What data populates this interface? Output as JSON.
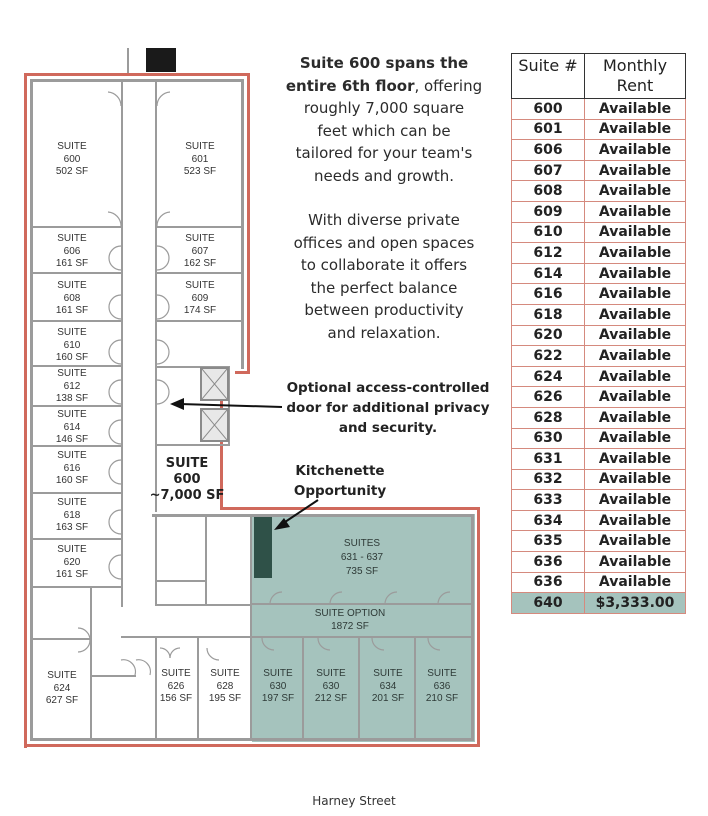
{
  "description": {
    "paragraph1_bold_a": "Suite 600 spans the",
    "paragraph1_bold_b": "entire 6th floor",
    "paragraph1_rest_a": ", offering",
    "paragraph1_line3": "roughly 7,000 square",
    "paragraph1_line4": "feet which can be",
    "paragraph1_line5": "tailored for your team's",
    "paragraph1_line6": "needs and growth.",
    "paragraph2_lines": [
      "With diverse private",
      "offices and open spaces",
      "to collaborate it offers",
      "the perfect balance",
      "between productivity",
      "and relaxation."
    ]
  },
  "callouts": {
    "access_door": [
      "Optional access-controlled",
      "door for additional privacy",
      "and security."
    ],
    "kitchenette": [
      "Kitchenette",
      "Opportunity"
    ]
  },
  "floorplan": {
    "central_label": [
      "SUITE",
      "600",
      "~7,000 SF"
    ],
    "street_label": "Harney Street",
    "rooms": [
      {
        "id": "600",
        "lines": [
          "SUITE",
          "600",
          "502 SF"
        ]
      },
      {
        "id": "601",
        "lines": [
          "SUITE",
          "601",
          "523 SF"
        ]
      },
      {
        "id": "606",
        "lines": [
          "SUITE",
          "606",
          "161 SF"
        ]
      },
      {
        "id": "607",
        "lines": [
          "SUITE",
          "607",
          "162 SF"
        ]
      },
      {
        "id": "608",
        "lines": [
          "SUITE",
          "608",
          "161 SF"
        ]
      },
      {
        "id": "609",
        "lines": [
          "SUITE",
          "609",
          "174 SF"
        ]
      },
      {
        "id": "610",
        "lines": [
          "SUITE",
          "610",
          "160 SF"
        ]
      },
      {
        "id": "612",
        "lines": [
          "SUITE",
          "612",
          "138 SF"
        ]
      },
      {
        "id": "614",
        "lines": [
          "SUITE",
          "614",
          "146 SF"
        ]
      },
      {
        "id": "616",
        "lines": [
          "SUITE",
          "616",
          "160 SF"
        ]
      },
      {
        "id": "618",
        "lines": [
          "SUITE",
          "618",
          "163 SF"
        ]
      },
      {
        "id": "620",
        "lines": [
          "SUITE",
          "620",
          "161 SF"
        ]
      },
      {
        "id": "624",
        "lines": [
          "SUITE",
          "624",
          "627 SF"
        ]
      },
      {
        "id": "626",
        "lines": [
          "SUITE",
          "626",
          "156 SF"
        ]
      },
      {
        "id": "628",
        "lines": [
          "SUITE",
          "628",
          "195 SF"
        ]
      },
      {
        "id": "631-637",
        "lines": [
          "SUITES",
          "631 - 637",
          "735 SF"
        ]
      },
      {
        "id": "option",
        "lines": [
          "SUITE OPTION",
          "1872 SF"
        ]
      },
      {
        "id": "630a",
        "lines": [
          "SUITE",
          "630",
          "197 SF"
        ]
      },
      {
        "id": "630b",
        "lines": [
          "SUITE",
          "630",
          "212 SF"
        ]
      },
      {
        "id": "634",
        "lines": [
          "SUITE",
          "634",
          "201 SF"
        ]
      },
      {
        "id": "636",
        "lines": [
          "SUITE",
          "636",
          "210 SF"
        ]
      }
    ]
  },
  "table": {
    "headers": [
      "Suite #",
      "Monthly Rent"
    ],
    "header_col2_lines": [
      "Monthly",
      "Rent"
    ],
    "rows": [
      {
        "suite": "600",
        "rent": "Available"
      },
      {
        "suite": "601",
        "rent": "Available"
      },
      {
        "suite": "606",
        "rent": "Available"
      },
      {
        "suite": "607",
        "rent": "Available"
      },
      {
        "suite": "608",
        "rent": "Available"
      },
      {
        "suite": "609",
        "rent": "Available"
      },
      {
        "suite": "610",
        "rent": "Available"
      },
      {
        "suite": "612",
        "rent": "Available"
      },
      {
        "suite": "614",
        "rent": "Available"
      },
      {
        "suite": "616",
        "rent": "Available"
      },
      {
        "suite": "618",
        "rent": "Available"
      },
      {
        "suite": "620",
        "rent": "Available"
      },
      {
        "suite": "622",
        "rent": "Available"
      },
      {
        "suite": "624",
        "rent": "Available"
      },
      {
        "suite": "626",
        "rent": "Available"
      },
      {
        "suite": "628",
        "rent": "Available"
      },
      {
        "suite": "630",
        "rent": "Available"
      },
      {
        "suite": "631",
        "rent": "Available"
      },
      {
        "suite": "632",
        "rent": "Available"
      },
      {
        "suite": "633",
        "rent": "Available"
      },
      {
        "suite": "634",
        "rent": "Available"
      },
      {
        "suite": "635",
        "rent": "Available"
      },
      {
        "suite": "636",
        "rent": "Available"
      },
      {
        "suite": "636",
        "rent": "Available"
      },
      {
        "suite": "640",
        "rent": "$3,333.00",
        "highlight": true
      }
    ]
  },
  "colors": {
    "outline_red": "#d0695c",
    "highlight_teal": "#a5c3bd",
    "kitchenette_dark": "#2f5148",
    "table_border": "#d58a7e"
  }
}
